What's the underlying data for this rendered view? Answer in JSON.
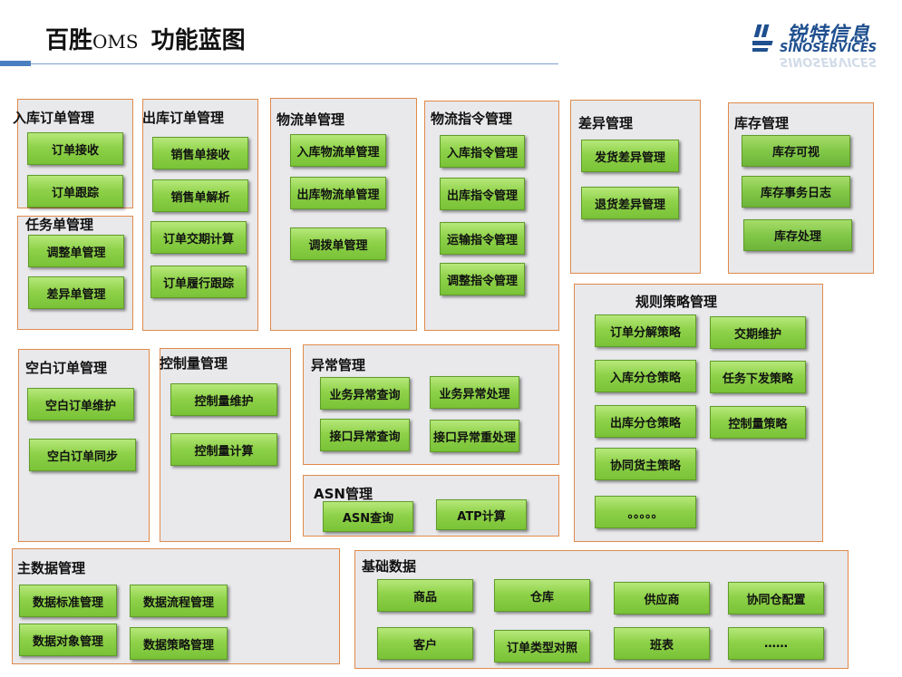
{
  "title": {
    "main": "百胜",
    "oms": "OMS",
    "sub": "功能蓝图"
  },
  "logo": {
    "cn": "锐特信息",
    "en": "SINOSERVICES"
  },
  "modules": {
    "inbound_order": {
      "label": "入库订单管理",
      "items": [
        "订单接收",
        "订单跟踪"
      ]
    },
    "outbound_order": {
      "label": "出库订单管理",
      "items": [
        "销售单接收",
        "销售单解析",
        "订单交期计算",
        "订单履行跟踪"
      ]
    },
    "logistics_order": {
      "label": "物流单管理",
      "items": [
        "入库物流单管理",
        "出库物流单管理",
        "调拨单管理"
      ]
    },
    "logistics_command": {
      "label": "物流指令管理",
      "items": [
        "入库指令管理",
        "出库指令管理",
        "运输指令管理",
        "调整指令管理"
      ]
    },
    "difference": {
      "label": "差异管理",
      "items": [
        "发货差异管理",
        "退货差异管理"
      ]
    },
    "inventory": {
      "label": "库存管理",
      "items": [
        "库存可视",
        "库存事务日志",
        "库存处理"
      ]
    },
    "task_order": {
      "label": "任务单管理",
      "items": [
        "调整单管理",
        "差异单管理"
      ]
    },
    "rule_strategy": {
      "label": "规则策略管理",
      "items": [
        "订单分解策略",
        "交期维护",
        "入库分仓策略",
        "任务下发策略",
        "出库分仓策略",
        "控制量策略",
        "协同货主策略",
        "。。。。。"
      ]
    },
    "blank_order": {
      "label": "空白订单管理",
      "items": [
        "空白订单维护",
        "空白订单同步"
      ]
    },
    "control_quantity": {
      "label": "控制量管理",
      "items": [
        "控制量维护",
        "控制量计算"
      ]
    },
    "exception": {
      "label": "异常管理",
      "items": [
        "业务异常查询",
        "业务异常处理",
        "接口异常查询",
        "接口异常重处理"
      ]
    },
    "asn": {
      "label": "ASN管理",
      "items": [
        "ASN查询",
        "ATP计算"
      ]
    },
    "master_data": {
      "label": "主数据管理",
      "items": [
        "数据标准管理",
        "数据流程管理",
        "数据对象管理",
        "数据策略管理"
      ]
    },
    "basic_data": {
      "label": "基础数据",
      "items": [
        "商品",
        "仓库",
        "供应商",
        "协同仓配置",
        "客户",
        "订单类型对照",
        "班表",
        "……"
      ]
    }
  }
}
